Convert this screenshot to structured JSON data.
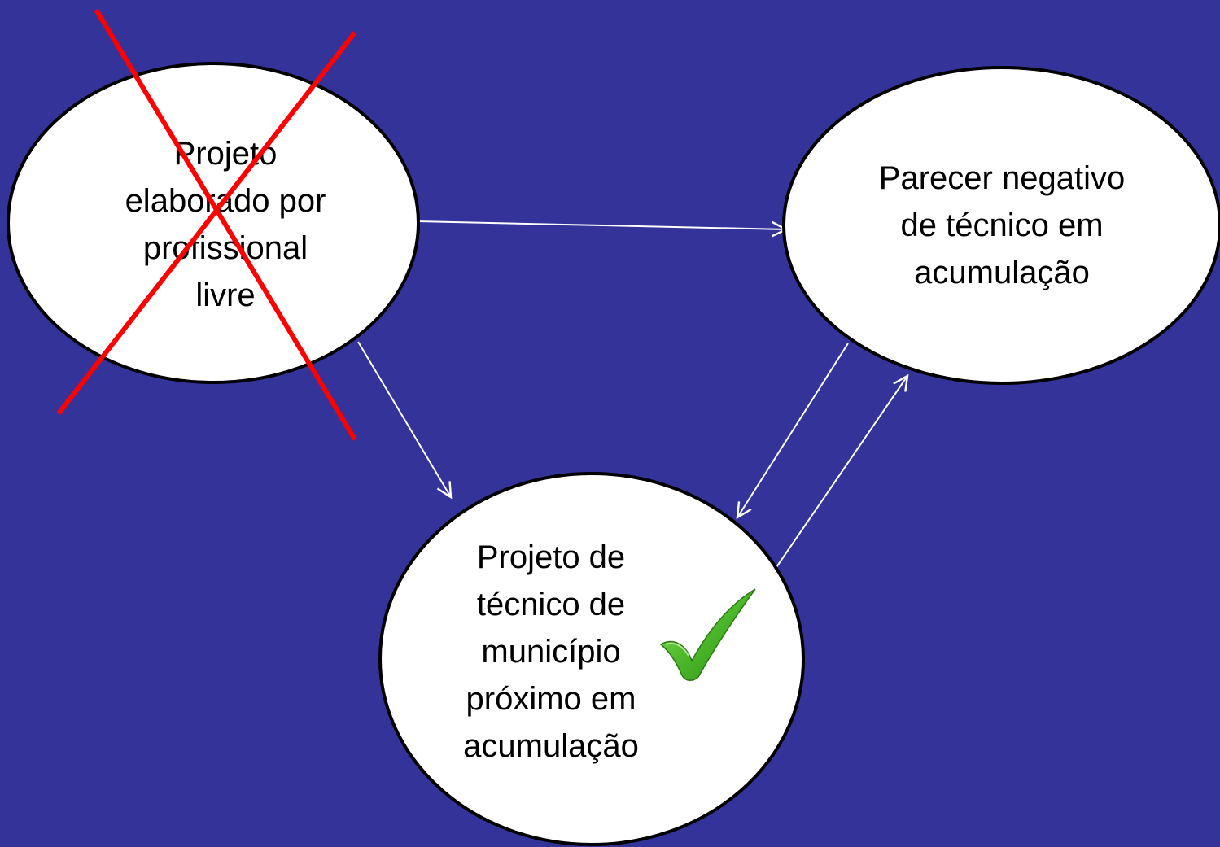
{
  "nodes": {
    "profissional_livre": {
      "lines": [
        "Projeto",
        "elaborado por",
        "profissional",
        "livre"
      ],
      "status": "rejected"
    },
    "parecer_negativo": {
      "lines": [
        "Parecer negativo",
        "de técnico em",
        "acumulação"
      ]
    },
    "tecnico_municipio": {
      "lines": [
        "Projeto de",
        "técnico de",
        "município",
        "próximo em",
        "acumulação"
      ],
      "status": "approved"
    }
  },
  "edges": [
    {
      "from": "profissional_livre",
      "to": "parecer_negativo"
    },
    {
      "from": "profissional_livre",
      "to": "tecnico_municipio"
    },
    {
      "from": "parecer_negativo",
      "to": "tecnico_municipio"
    },
    {
      "from": "tecnico_municipio",
      "to": "parecer_negativo"
    }
  ],
  "icons": {
    "rejected": "red-x-cross-icon",
    "approved": "green-checkmark-icon"
  },
  "colors": {
    "background": "#333399",
    "node_fill": "#ffffff",
    "node_stroke": "#000000",
    "arrow": "#ffffff",
    "cross": "#ff0000",
    "check": "#44bb22"
  }
}
